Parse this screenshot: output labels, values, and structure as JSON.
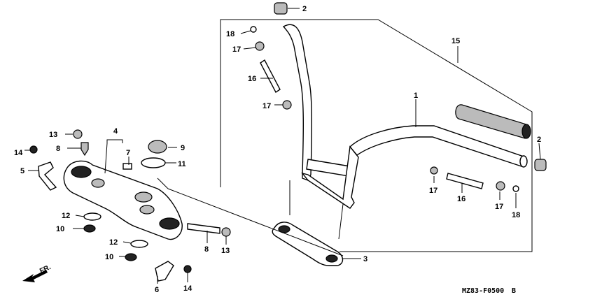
{
  "callouts": {
    "c1": "1",
    "c2_top": "2",
    "c2_right": "2",
    "c3": "3",
    "c4": "4",
    "c5": "5",
    "c6": "6",
    "c7": "7",
    "c8_left": "8",
    "c8_mid": "8",
    "c9": "9",
    "c10_top": "10",
    "c10_bot": "10",
    "c11": "11",
    "c12_top": "12",
    "c12_bot": "12",
    "c13_left": "13",
    "c13_mid": "13",
    "c14_left": "14",
    "c14_bot": "14",
    "c15": "15",
    "c16_left": "16",
    "c16_right": "16",
    "c17_a": "17",
    "c17_b": "17",
    "c17_c": "17",
    "c17_d": "17",
    "c18_left": "18",
    "c18_right": "18"
  },
  "footer": {
    "drawing_code": "MZ83-F0500",
    "revision": "B"
  },
  "direction": {
    "label": "FR."
  }
}
